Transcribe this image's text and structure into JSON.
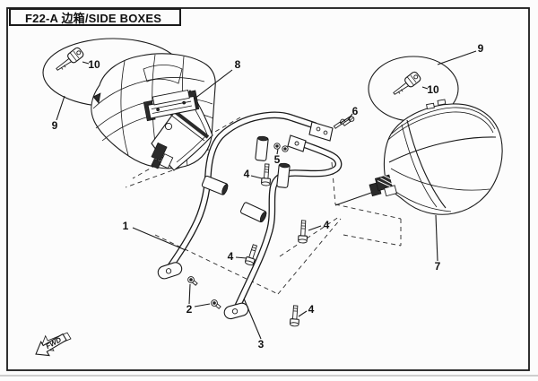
{
  "page": {
    "title": "F22-A 边箱/SIDE BOXES",
    "type_hint": "exploded-parts-diagram"
  },
  "fwd": {
    "label": "FWD"
  },
  "callouts": [
    {
      "label": "1"
    },
    {
      "label": "2"
    },
    {
      "label": "3"
    },
    {
      "label": "4"
    },
    {
      "label": "4"
    },
    {
      "label": "4"
    },
    {
      "label": "4"
    },
    {
      "label": "5"
    },
    {
      "label": "6"
    },
    {
      "label": "7"
    },
    {
      "label": "8"
    },
    {
      "label": "9"
    },
    {
      "label": "9"
    },
    {
      "label": "10"
    },
    {
      "label": "10"
    }
  ],
  "colors": {
    "background": "#fcfcfc",
    "line": "#1a1a1a",
    "dark_fill": "#2b2b2b"
  }
}
